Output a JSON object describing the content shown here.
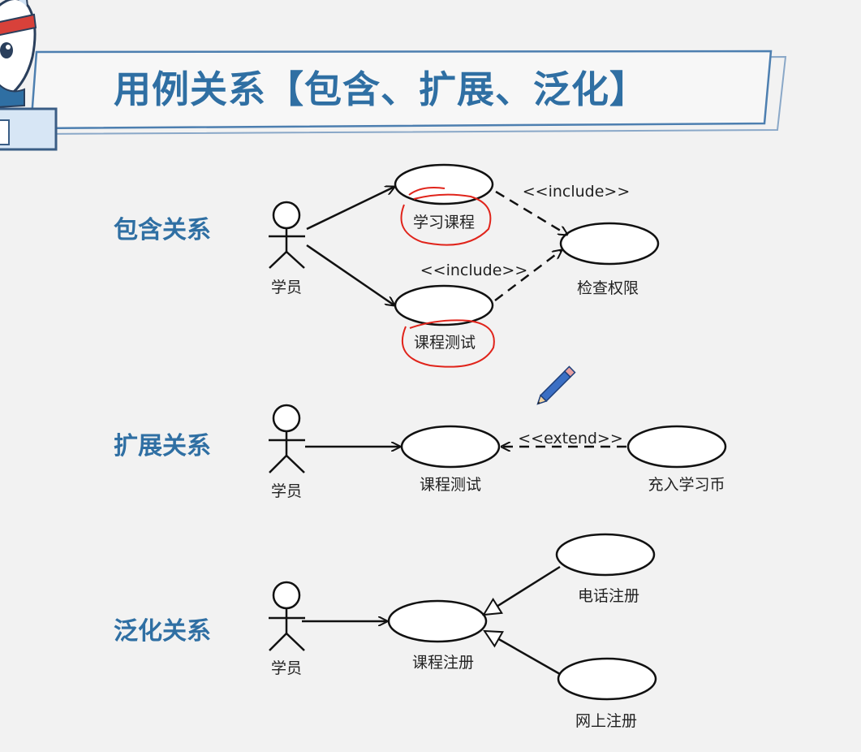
{
  "title": "用例关系【包含、扩展、泛化】",
  "sections": {
    "include": {
      "label": "包含关系",
      "actor": "学员",
      "use_case_1": "学习课程",
      "use_case_2": "课程测试",
      "target": "检查权限",
      "stereotype_1": "<<include>>",
      "stereotype_2": "<<include>>"
    },
    "extend": {
      "label": "扩展关系",
      "actor": "学员",
      "base": "课程测试",
      "extension": "充入学习币",
      "stereotype": "<<extend>>"
    },
    "generalization": {
      "label": "泛化关系",
      "actor": "学员",
      "parent": "课程注册",
      "child_1": "电话注册",
      "child_2": "网上注册"
    }
  },
  "icons": [
    "mascot-cat-icon",
    "pencil-icon"
  ],
  "colors": {
    "title_blue": "#2f6fa3",
    "annotation_red": "#e0241b",
    "pencil_blue": "#3b6fc4"
  }
}
